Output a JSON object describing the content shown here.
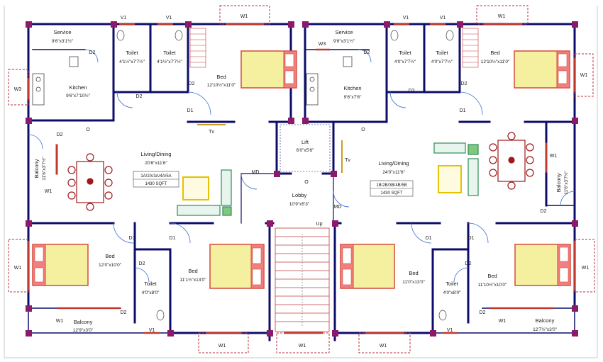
{
  "colors": {
    "wall": "#0d0d6b",
    "column": "#8b1a6b",
    "window": "#c0392b",
    "window_box": "#b8323c",
    "bed_fill": "#f5f0a0",
    "bed_frame": "#d64a3a",
    "furniture_green": "#2e8b57",
    "furniture_yellow": "#e5c200",
    "dining_red": "#a01818",
    "kitchen": "#444444"
  },
  "rooms": {
    "service_a": {
      "name": "Service",
      "dim": "9'6\"x3'1½\""
    },
    "kitchen_a": {
      "name": "Kitchen",
      "dim": "9'6\"x7'10½\""
    },
    "toilet_a1": {
      "name": "Toilet",
      "dim": "4'1½\"x7'7½\""
    },
    "toilet_a2": {
      "name": "Toilet",
      "dim": "4'1½\"x7'7½\""
    },
    "bed_a_top": {
      "name": "Bed",
      "dim": "12'10½\"x11'0\""
    },
    "service_b": {
      "name": "Service",
      "dim": "9'6\"x3'1½\""
    },
    "kitchen_b": {
      "name": "Kitchen",
      "dim": "9'6\"x7'6\""
    },
    "toilet_b1": {
      "name": "Toilet",
      "dim": "4'0\"x7'7½\""
    },
    "toilet_b2": {
      "name": "Toilet",
      "dim": "4'0\"x7'7½\""
    },
    "bed_b_top": {
      "name": "Bed",
      "dim": "12'10½\"x11'0\""
    },
    "balcony_a_side": {
      "name": "Balcony",
      "dim": "11'6\"x3'7½\""
    },
    "living_a": {
      "name": "Living/Dining",
      "dim": "20'6\"x11'6\""
    },
    "lift": {
      "name": "Lift",
      "dim": "6'0\"x5'6\""
    },
    "living_b": {
      "name": "Living/Dining",
      "dim": "24'0\"x11'6\""
    },
    "balcony_b_side": {
      "name": "Balcony",
      "dim": "11'6\"x3'7½\""
    },
    "lobby": {
      "name": "Lobby",
      "dim": "10'9\"x5'3\""
    },
    "bed_a_left": {
      "name": "Bed",
      "dim": "12'0\"x10'0\""
    },
    "toilet_a3": {
      "name": "Toilet",
      "dim": "4'0\"x8'0\""
    },
    "bed_a_mid": {
      "name": "Bed",
      "dim": "11'1½\"x13'0\""
    },
    "bed_b_mid": {
      "name": "Bed",
      "dim": "11'0\"x13'0\""
    },
    "toilet_b3": {
      "name": "Toilet",
      "dim": "4'0\"x8'0\""
    },
    "bed_b_right": {
      "name": "Bed",
      "dim": "11'10½\"x10'0\""
    },
    "balcony_a_bottom": {
      "name": "Balcony",
      "dim": "12'9\"x3'0\""
    },
    "balcony_b_bottom": {
      "name": "Balcony",
      "dim": "12'7½\"x3'0\""
    }
  },
  "flats": {
    "a": {
      "codes": "1A/2A/3A/4A/5A",
      "area": "1430 SQFT"
    },
    "b": {
      "codes": "1B/2B/3B/4B/5B",
      "area": "1430 SQFT"
    }
  },
  "tags": {
    "w1": "W1",
    "w3": "W3",
    "v1": "V1",
    "d1": "D1",
    "d2": "D2",
    "md": "MD",
    "tv": "Tv",
    "o": "O",
    "up": "Up"
  }
}
